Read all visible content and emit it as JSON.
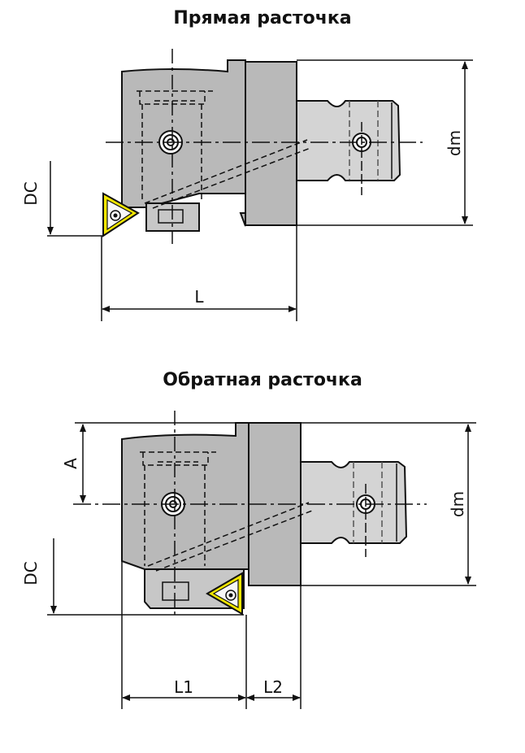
{
  "diagrams": [
    {
      "title": "Прямая расточка",
      "labels": {
        "dc": "DC",
        "l": "L",
        "dm": "dm"
      }
    },
    {
      "title": "Обратная расточка",
      "labels": {
        "a": "A",
        "dc": "DC",
        "l1": "L1",
        "l2": "L2",
        "dm": "dm"
      }
    }
  ],
  "colors": {
    "body_fill": "#b9b9b9",
    "outline": "#111111",
    "insert": "#f2e600"
  }
}
